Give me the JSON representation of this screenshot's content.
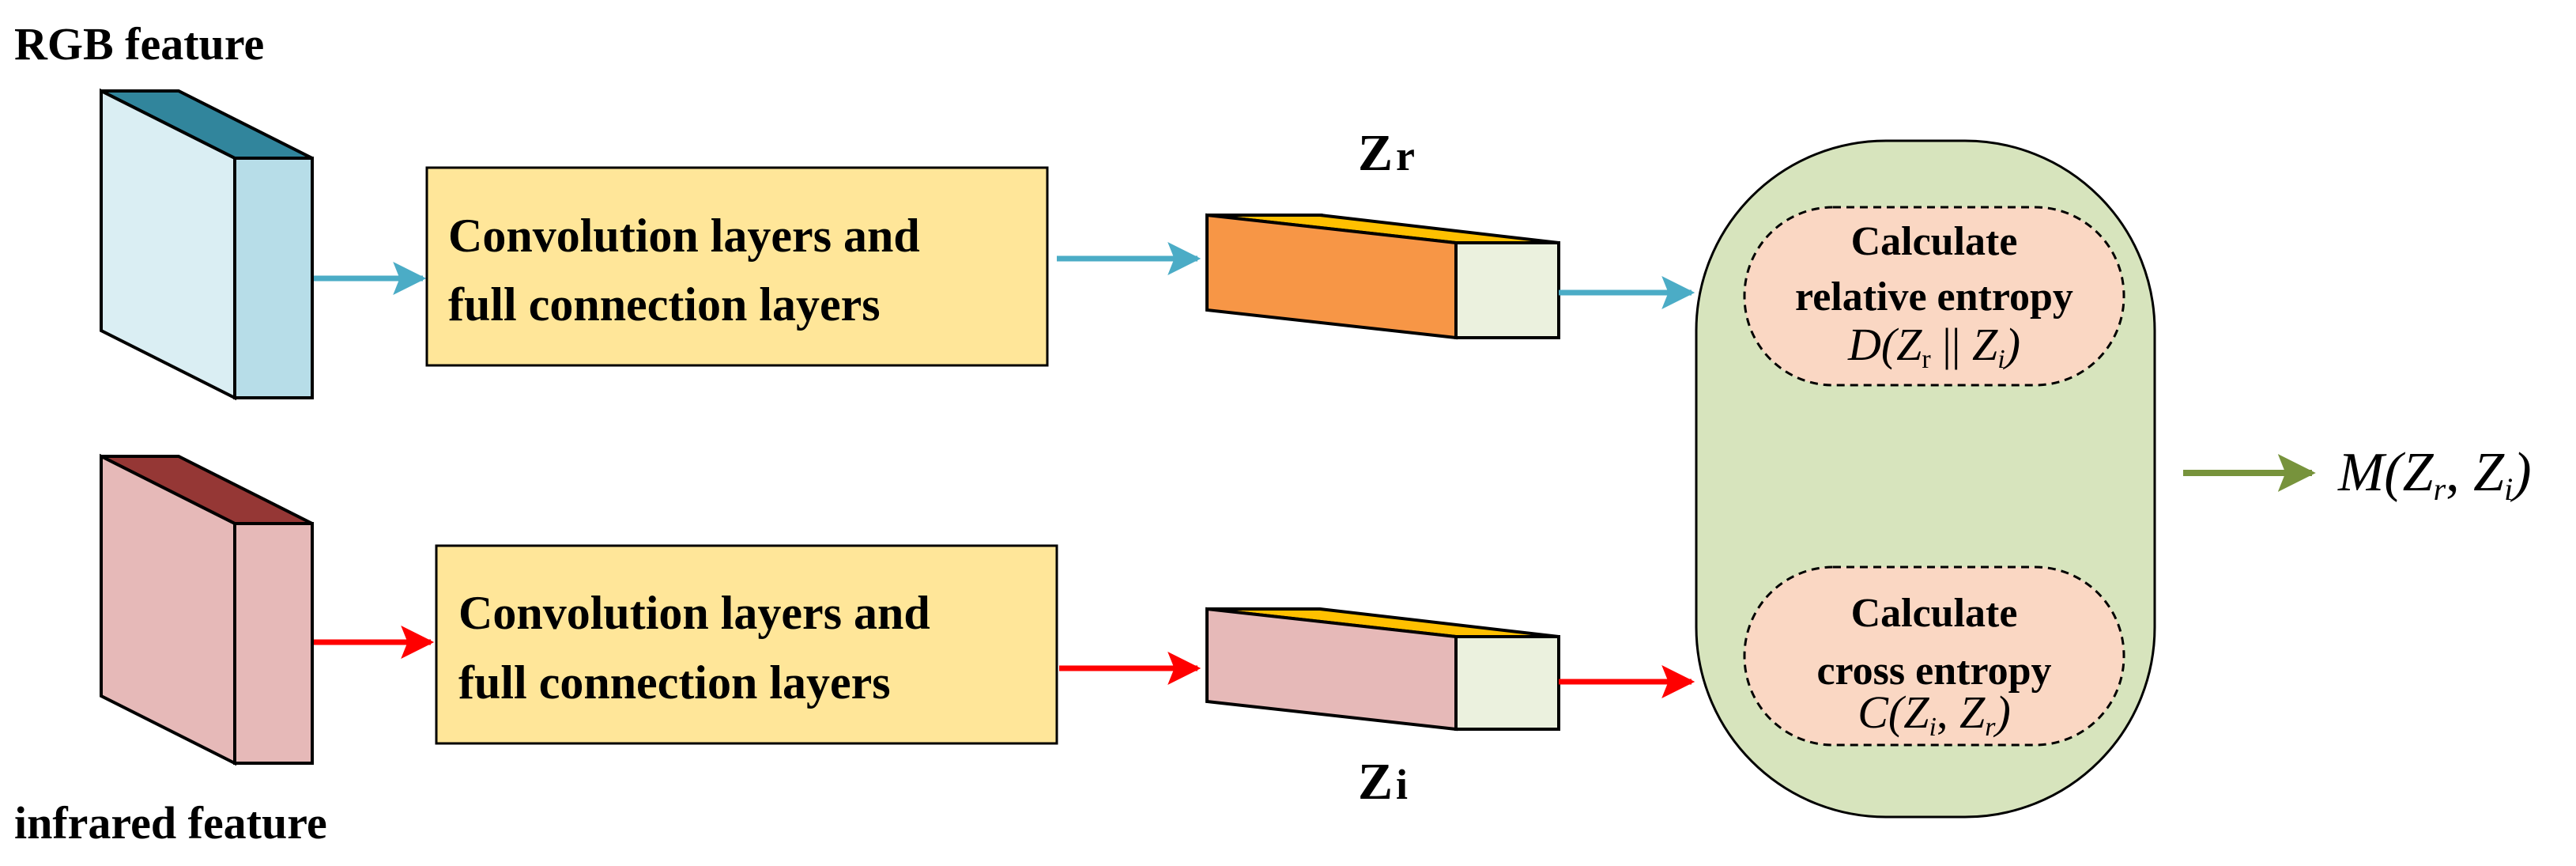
{
  "labels": {
    "rgb_feature": "RGB feature",
    "infrared_feature": "infrared feature",
    "zr_letter": "Z",
    "zr_sub": "r",
    "zi_letter": "Z",
    "zi_sub": "i"
  },
  "boxes": {
    "top_line1": "Convolution layers and",
    "top_line2": "full connection layers",
    "bottom_line1": "Convolution layers and",
    "bottom_line2": "full connection layers"
  },
  "entropy": {
    "relative_line1": "Calculate",
    "relative_line2": "relative entropy",
    "relative_formula": {
      "fn": "D(",
      "z1": "Z",
      "z1_sub": "r",
      "sep": " || ",
      "z2": "Z",
      "z2_sub": "i",
      "close": ")"
    },
    "cross_line1": "Calculate",
    "cross_line2": "cross entropy",
    "cross_formula": {
      "fn": "C(",
      "z1": "Z",
      "z1_sub": "i",
      "sep": ", ",
      "z2": "Z",
      "z2_sub": "r",
      "close": ")"
    }
  },
  "output_formula": {
    "fn": "M(",
    "z1": "Z",
    "z1_sub": "r",
    "sep": ", ",
    "z2": "Z",
    "z2_sub": "i",
    "close": ")"
  },
  "colors": {
    "rgb_front": "#DAEEF3",
    "rgb_side": "#B7DDE8",
    "rgb_top": "#31859C",
    "ir_front": "#E6B9B8",
    "ir_side": "#E6B9B8",
    "ir_top": "#953735",
    "box_fill": "#FFE699",
    "zr_front": "#F79646",
    "zi_front": "#E6B9B8",
    "z_top": "#FFC000",
    "z_end": "#EBF1DE",
    "oval_fill": "#D7E4BD",
    "pill_fill": "#FAD7C3",
    "arrow_blue": "#4BACC6",
    "arrow_red": "#FF0000",
    "arrow_green": "#77933C"
  }
}
